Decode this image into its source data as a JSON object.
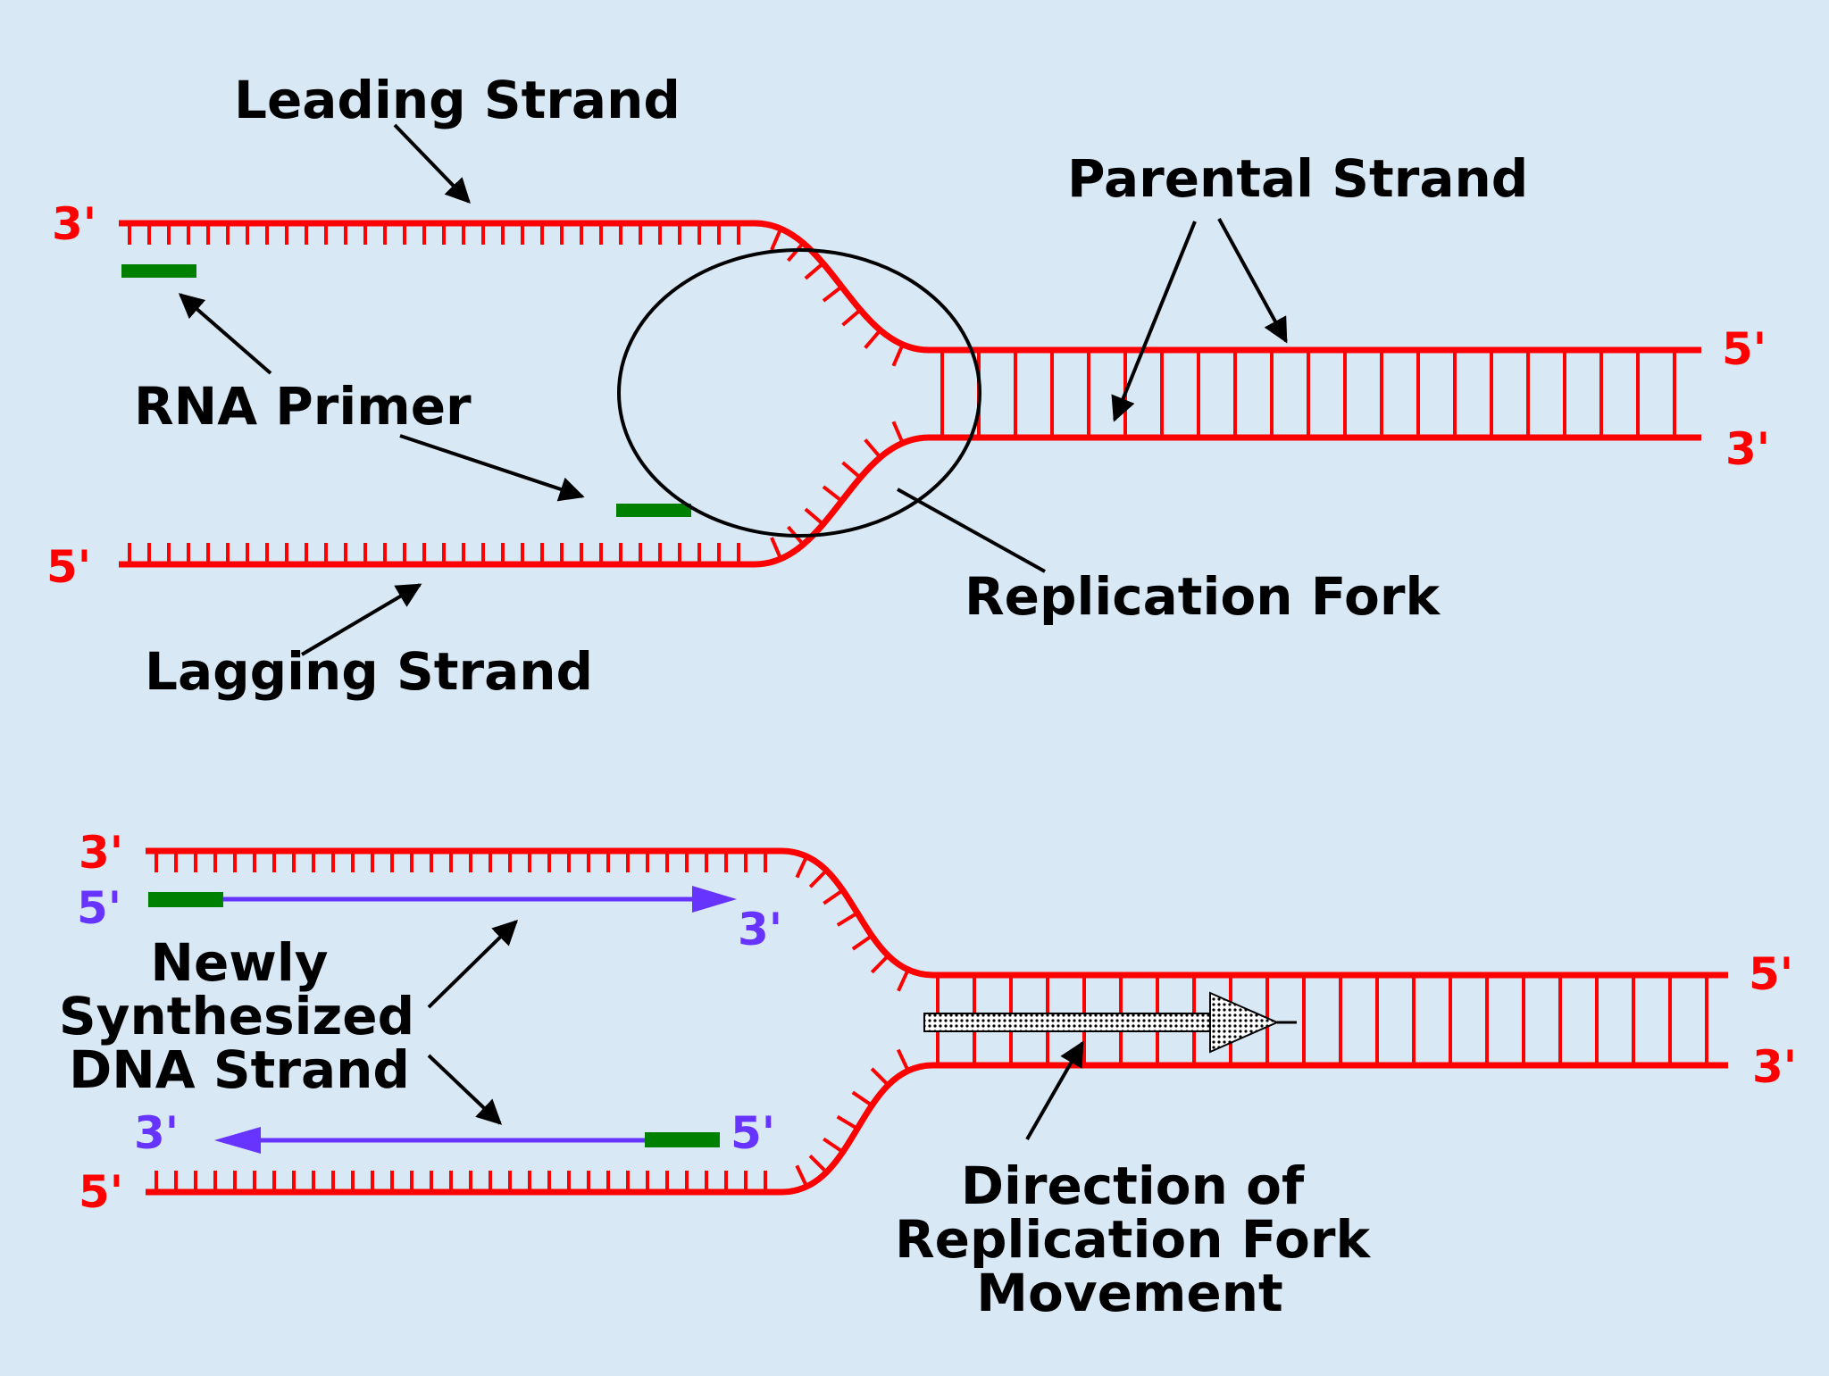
{
  "colors": {
    "background": "#d9e8f5",
    "strand": "#ff0000",
    "primer": "#008000",
    "new_strand": "#6633ff",
    "label": "#000000"
  },
  "top_panel": {
    "labels": {
      "leading_strand": "Leading Strand",
      "parental_strand": "Parental Strand",
      "rna_primer": "RNA Primer",
      "replication_fork": "Replication Fork",
      "lagging_strand": "Lagging Strand"
    },
    "ends": {
      "upper_left": "3'",
      "lower_left": "5'",
      "right_top": "5'",
      "right_bottom": "3'"
    }
  },
  "bottom_panel": {
    "labels": {
      "newly_line1": "Newly",
      "newly_line2": "Synthesized",
      "newly_line3": "DNA Strand",
      "direction_line1": "Direction of",
      "direction_line2": "Replication Fork",
      "direction_line3": "Movement"
    },
    "ends": {
      "upper_left_parent": "3'",
      "upper_left_new": "5'",
      "upper_new_end": "3'",
      "lower_new_end_left": "3'",
      "lower_new_start": "5'",
      "lower_left_parent": "5'",
      "right_top": "5'",
      "right_bottom": "3'"
    }
  }
}
